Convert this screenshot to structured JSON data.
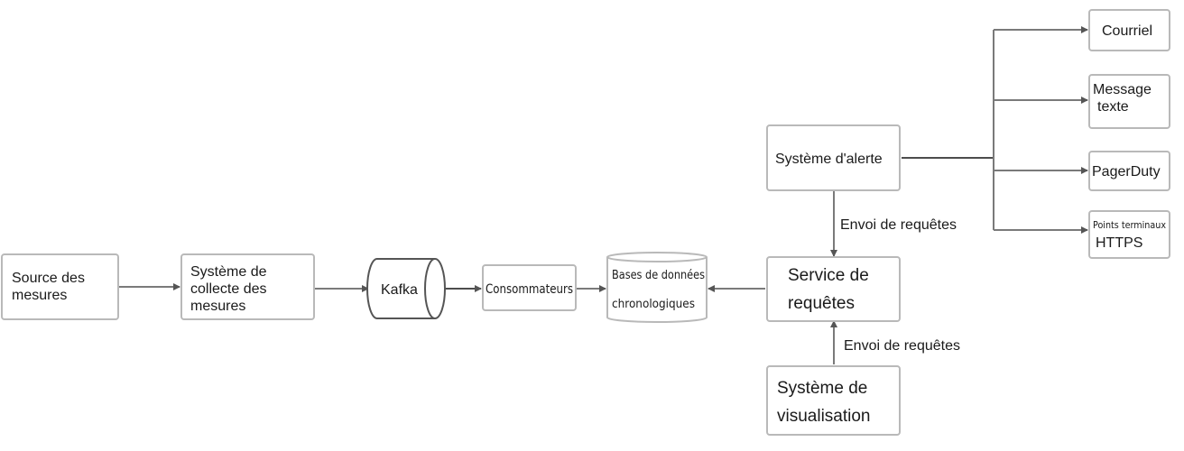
{
  "nodes": {
    "source": [
      "Source des",
      "mesures"
    ],
    "collector": [
      "Système de",
      "collecte des",
      "mesures"
    ],
    "kafka": "Kafka",
    "consumers": "Consommateurs",
    "tsdb": [
      "Bases de données",
      "chronologiques"
    ],
    "query_service": [
      "Service de",
      "requêtes"
    ],
    "alert_system": "Système d'alerte",
    "visualization": [
      "Système de",
      "visualisation"
    ],
    "email": "Courriel",
    "text_message": [
      "Message",
      "texte"
    ],
    "pagerduty": "PagerDuty",
    "https_endpoints": [
      "Points terminaux",
      "HTTPS"
    ]
  },
  "edges": {
    "alert_to_query_label": "Envoi de requêtes",
    "visualization_to_query_label": "Envoi de requêtes"
  }
}
